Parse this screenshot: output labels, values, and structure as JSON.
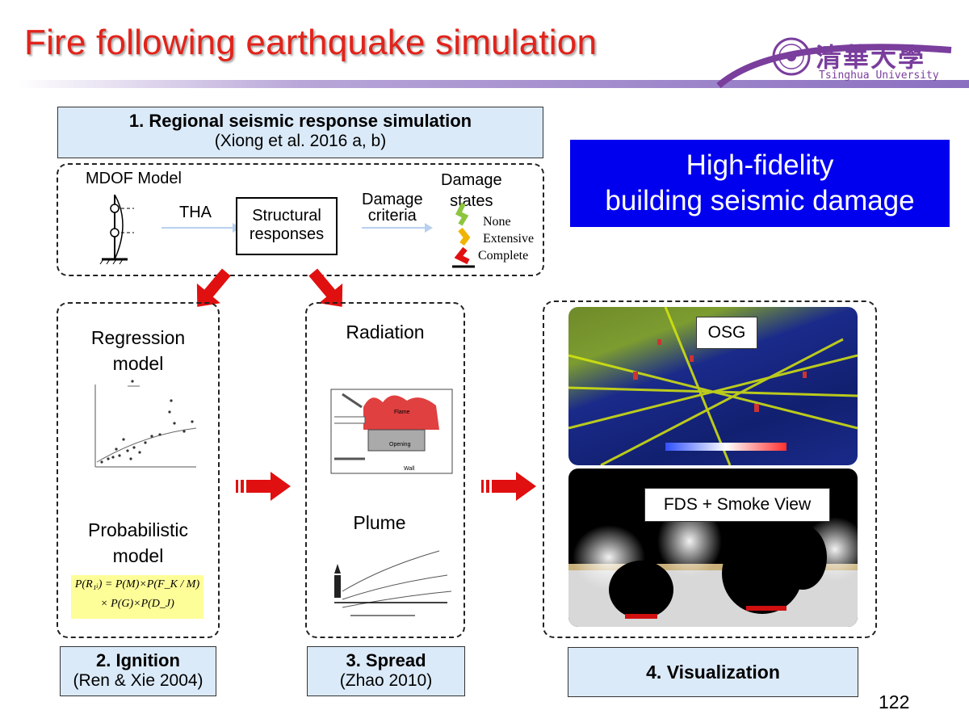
{
  "title": "Fire following earthquake simulation",
  "logo": {
    "name_cn": "清華大學",
    "name_en": "Tsinghua University"
  },
  "step1": {
    "heading": "1. Regional seismic response simulation",
    "ref": "(Xiong et al. 2016 a, b)"
  },
  "step1_content": {
    "mdof_label": "MDOF Model",
    "tha_label": "THA",
    "structural_responses": [
      "Structural",
      "responses"
    ],
    "damage_criteria": [
      "Damage",
      "criteria"
    ],
    "damage_states": [
      "Damage",
      "states"
    ],
    "states": [
      "None",
      "Extensive",
      "Complete"
    ]
  },
  "highlight": {
    "line1": "High-fidelity",
    "line2": "building seismic damage"
  },
  "ignition_panel": {
    "regression": [
      "Regression",
      "model"
    ],
    "probabilistic": [
      "Probabilistic",
      "model"
    ],
    "formula_line1": "P(R₁ᵢ) = P(M)×P(F_K / M)",
    "formula_line2": "× P(G)×P(D_J)"
  },
  "spread_panel": {
    "radiation": "Radiation",
    "plume": "Plume",
    "flame_label": "Flame",
    "opening_label": "Opening",
    "wall_label": "Wall"
  },
  "visual_panel": {
    "osg_label": "OSG",
    "fds_label": "FDS + Smoke View"
  },
  "step2": {
    "heading": "2. Ignition",
    "ref": "(Ren & Xie 2004)"
  },
  "step3": {
    "heading": "3. Spread",
    "ref": "(Zhao 2010)"
  },
  "step4": {
    "heading": "4. Visualization"
  },
  "page_number": "122",
  "colors": {
    "title_red": "#e2231a",
    "highlight_blue": "#0000ee",
    "box_fill": "#dbeaf9",
    "arrow_red": "#e01010"
  }
}
